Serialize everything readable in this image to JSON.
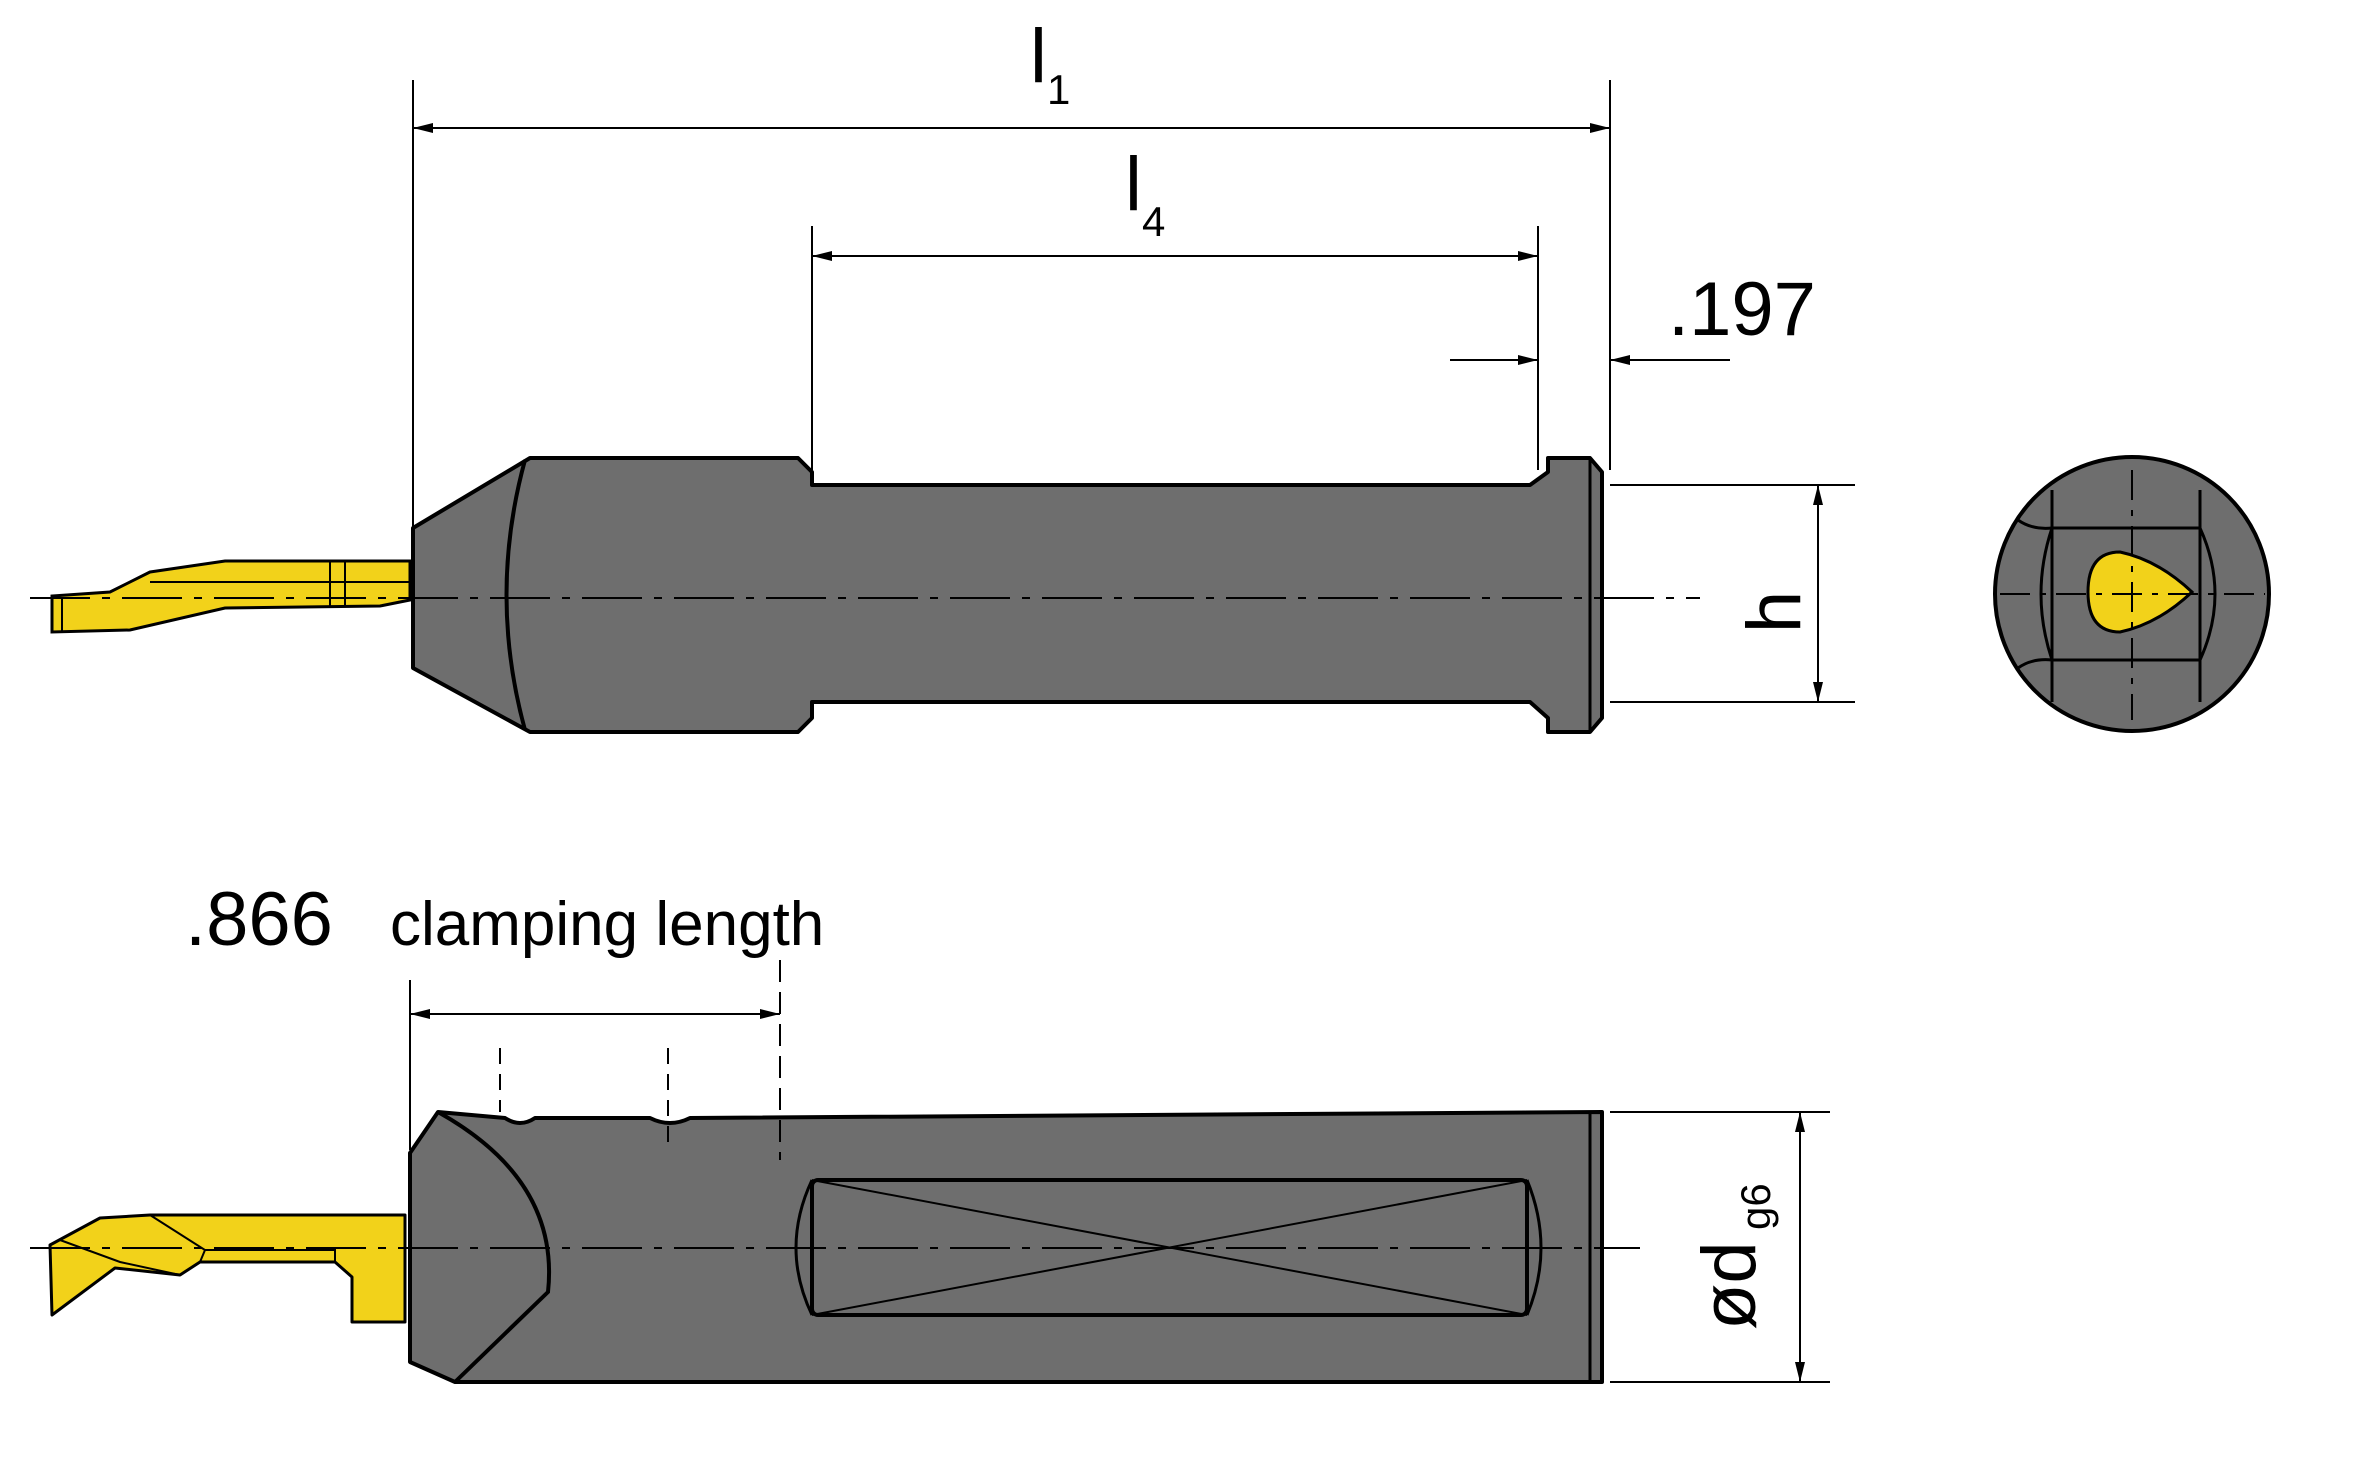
{
  "labels": {
    "l1_main": "l",
    "l1_sub": "1",
    "l4_main": "l",
    "l4_sub": "4",
    "offset_value": ".197",
    "height_symbol": "h",
    "clamp_value": ".866",
    "clamp_text": "clamping length",
    "diameter_main": "ød",
    "diameter_sub": "g6"
  },
  "colors": {
    "body": "#6e6e6e",
    "insert": "#f2d21a",
    "outline": "#000000"
  }
}
